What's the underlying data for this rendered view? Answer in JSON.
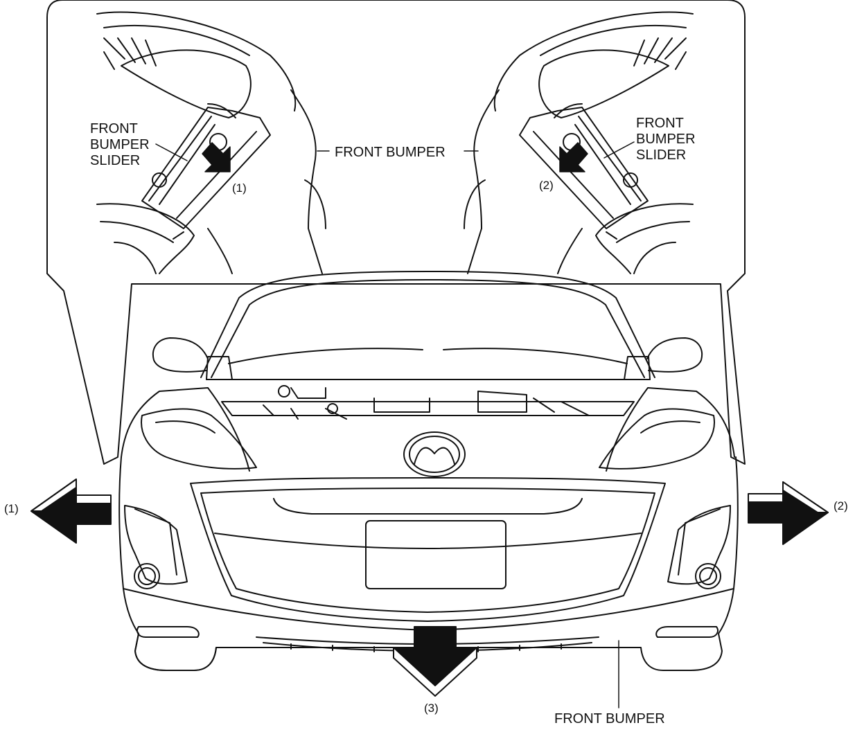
{
  "labels": {
    "slider_left": [
      "FRONT",
      "BUMPER",
      "SLIDER"
    ],
    "slider_right": [
      "FRONT",
      "BUMPER",
      "SLIDER"
    ],
    "bumper_top": "FRONT BUMPER",
    "bumper_bottom": "FRONT BUMPER",
    "callout_1_inset": "(1)",
    "callout_2_inset": "(2)",
    "callout_1": "(1)",
    "callout_2": "(2)",
    "callout_3": "(3)"
  },
  "colors": {
    "line": "#111111",
    "arrow_fill": "#111111",
    "background": "#ffffff"
  }
}
